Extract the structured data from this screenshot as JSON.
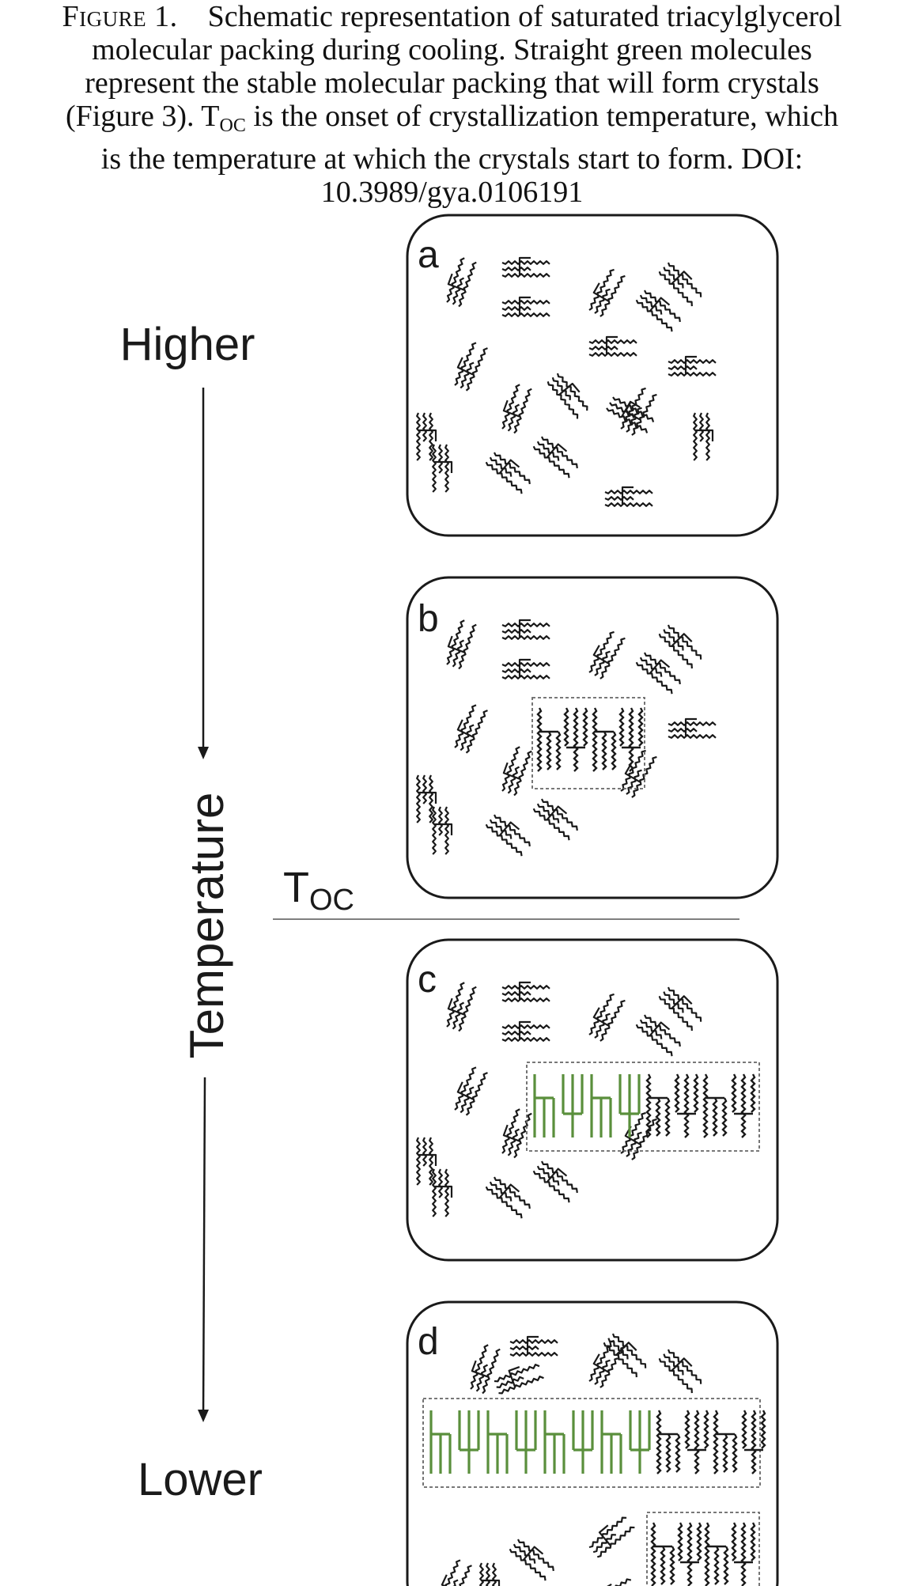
{
  "caption": {
    "figure_label": "Figure 1.",
    "line1": "Schematic representation of saturated triacylglycerol",
    "line2": "molecular packing during cooling. Straight green molecules",
    "line3": "represent the stable molecular packing that will form crystals",
    "line4_pre": "(Figure 3). T",
    "line4_sub": "OC",
    "line4_post": " is the onset of crystallization temperature, which",
    "line5_pre": "is the temperature at which the crystals start to form. ",
    "line5_doi": "DOI",
    "line5_colon": ":",
    "line6": "10.3989/gya.0106191"
  },
  "axis": {
    "higher": "Higher",
    "lower": "Lower",
    "label": "Temperature",
    "toc_main": "T",
    "toc_sub": "OC"
  },
  "panels": [
    {
      "letter": "a"
    },
    {
      "letter": "b"
    },
    {
      "letter": "c"
    },
    {
      "letter": "d"
    }
  ],
  "colors": {
    "stable_molecule": "#5a8f3c",
    "molecule": "#1a1a1a",
    "panel_border": "#1a1a1a",
    "cluster_border": "#666666"
  }
}
